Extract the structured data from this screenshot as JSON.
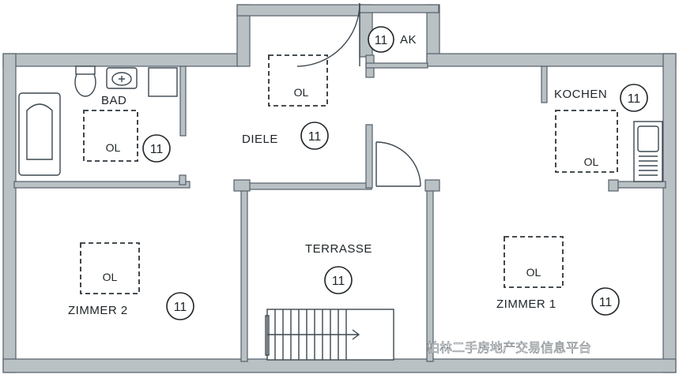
{
  "rooms": {
    "bad": {
      "label": "BAD",
      "marker": "11",
      "box": "OL"
    },
    "diele": {
      "label": "DIELE",
      "marker": "11",
      "box": "OL"
    },
    "ak": {
      "label": "AK",
      "marker": "11"
    },
    "kochen": {
      "label": "KOCHEN",
      "marker": "11",
      "box": "OL"
    },
    "zimmer2": {
      "label": "ZIMMER 2",
      "marker": "11",
      "box": "OL"
    },
    "terrasse": {
      "label": "TERRASSE",
      "marker": "11"
    },
    "zimmer1": {
      "label": "ZIMMER 1",
      "marker": "11",
      "box": "OL"
    }
  },
  "watermark": {
    "text": "柏林二手房地产交易信息平台"
  }
}
